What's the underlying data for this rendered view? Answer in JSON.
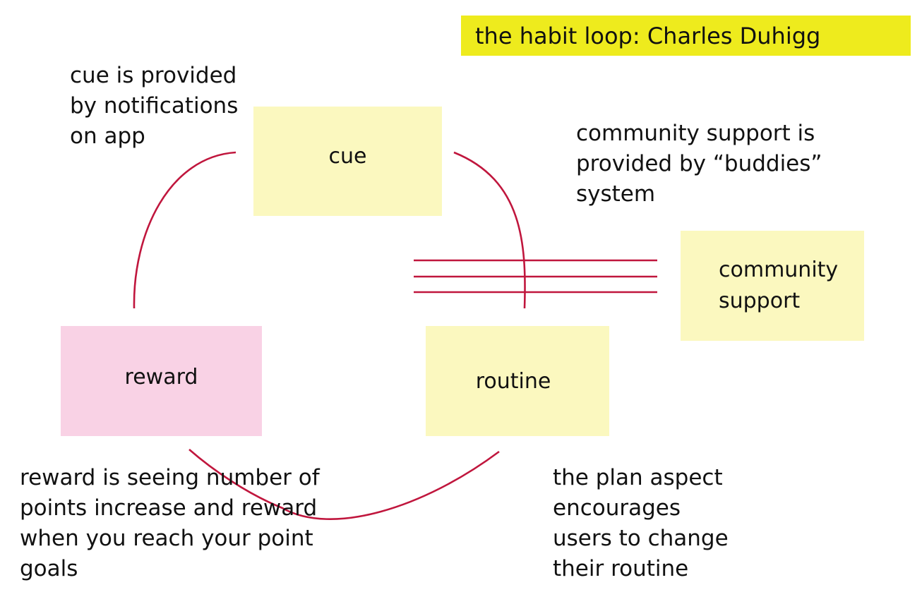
{
  "title": "the habit loop: Charles Duhigg",
  "notes": {
    "cue": "cue",
    "reward": "reward",
    "routine": "routine",
    "community": [
      "community",
      "support"
    ]
  },
  "annotations": {
    "cue": [
      "cue is provided",
      "by notifications",
      "on app"
    ],
    "community": [
      "community support is",
      "provided by “buddies”",
      "system"
    ],
    "reward": [
      "reward is seeing number of",
      "points increase and reward",
      "when you reach your point",
      "goals"
    ],
    "routine": [
      "the plan aspect",
      "encourages",
      "users to change",
      "their routine"
    ]
  },
  "colors": {
    "title_highlight": "#eeeb1d",
    "note_yellow": "#fbf8bf",
    "note_pink": "#f9d2e5",
    "connector": "#c0163d"
  }
}
